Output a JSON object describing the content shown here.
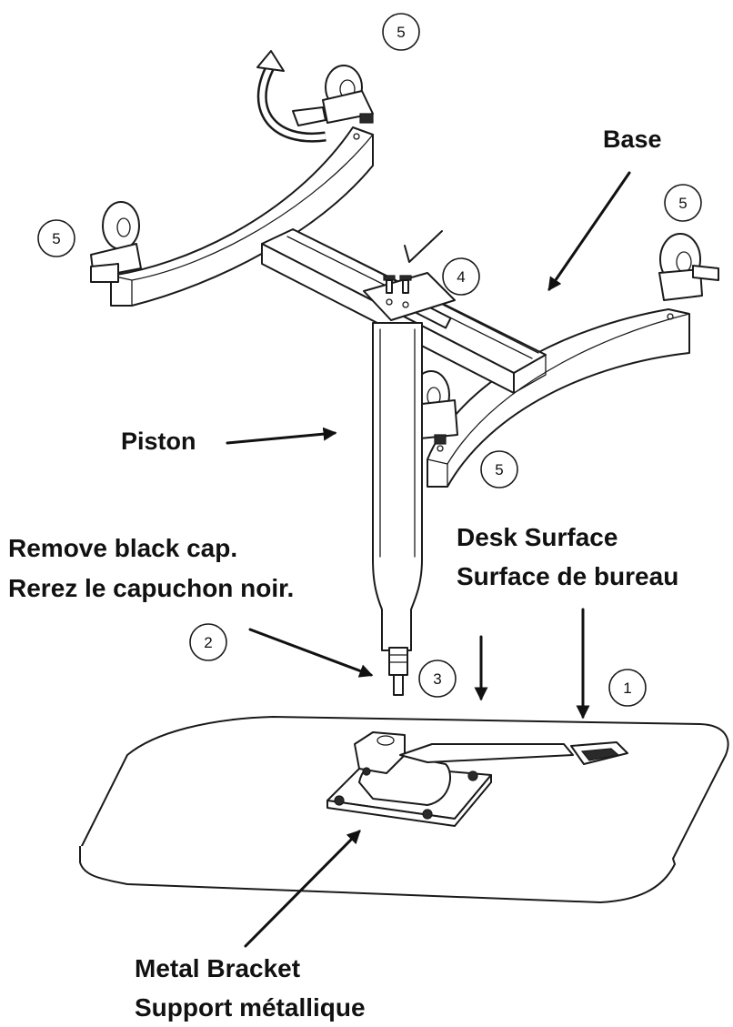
{
  "labels": {
    "base": "Base",
    "piston": "Piston",
    "remove_cap_en": "Remove black cap.",
    "remove_cap_fr": "Rerez le capuchon noir.",
    "desk_surface_en": "Desk Surface",
    "desk_surface_fr": "Surface de bureau",
    "metal_bracket_en": "Metal Bracket",
    "metal_bracket_fr": "Support métallique"
  },
  "step_numbers": {
    "one": "1",
    "two": "2",
    "three": "3",
    "four": "4",
    "five_top": "5",
    "five_left": "5",
    "five_right": "5",
    "five_bottom": "5"
  },
  "colors": {
    "line": "#1a1a1a",
    "text": "#111111",
    "background": "#ffffff"
  }
}
